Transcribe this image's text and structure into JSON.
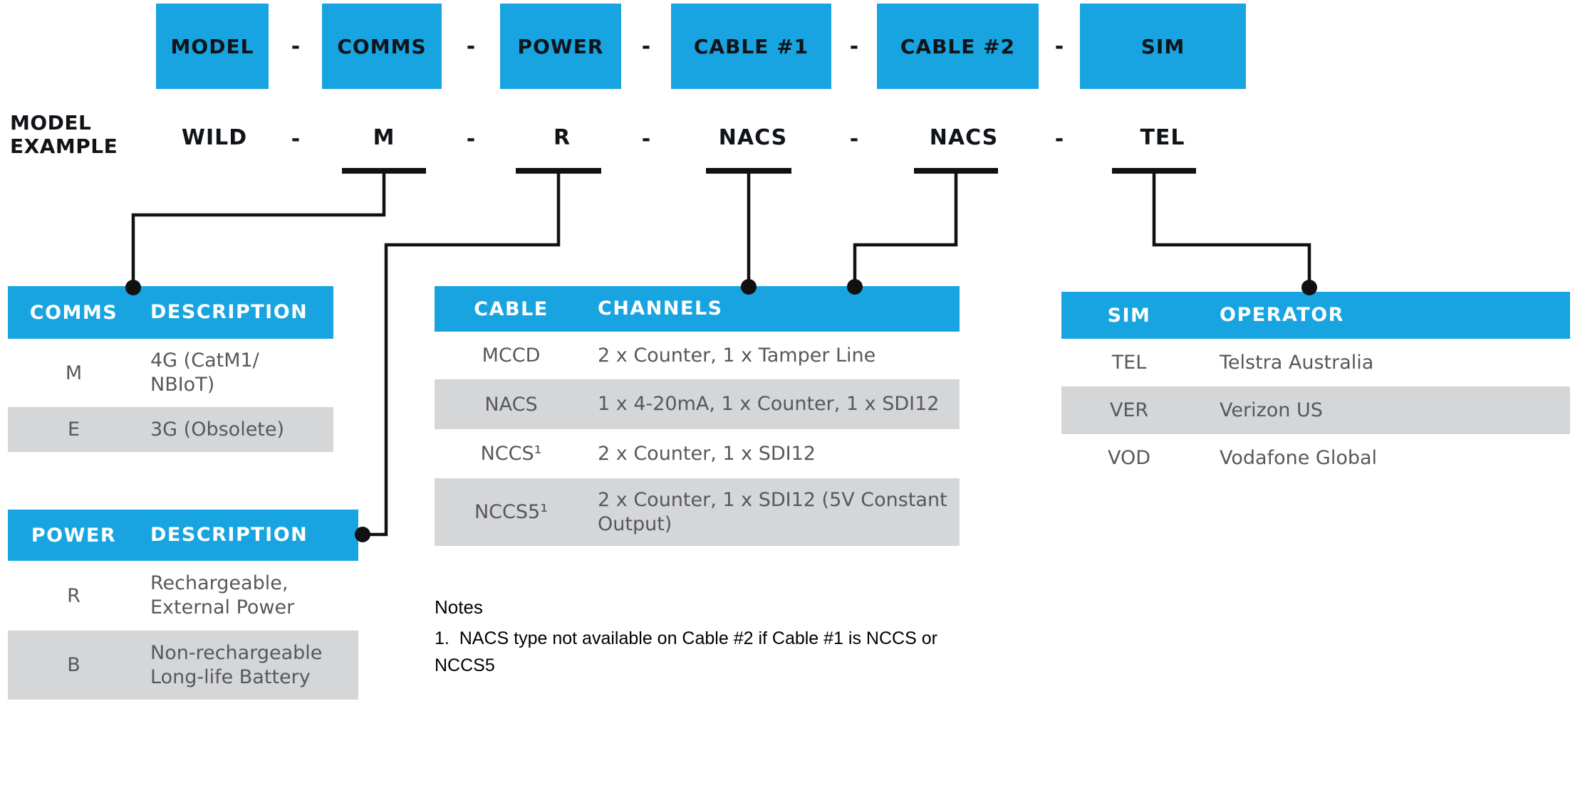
{
  "colors": {
    "header_blue": "#18A4E0",
    "row_gray": "#D5D6D8",
    "body_text_gray": "#57585C",
    "line_black": "#111111"
  },
  "top_row": {
    "separator": "-",
    "boxes": [
      "MODEL",
      "COMMS",
      "POWER",
      "CABLE #1",
      "CABLE #2",
      "SIM"
    ]
  },
  "example_row": {
    "label": "MODEL\nEXAMPLE",
    "separator": "-",
    "values": [
      "WILD",
      "M",
      "R",
      "NACS",
      "NACS",
      "TEL"
    ]
  },
  "comms_table": {
    "headers": [
      "COMMS",
      "DESCRIPTION"
    ],
    "rows": [
      {
        "key": "M",
        "desc": "4G (CatM1/\nNBIoT)"
      },
      {
        "key": "E",
        "desc": "3G (Obsolete)"
      }
    ]
  },
  "power_table": {
    "headers": [
      "POWER",
      "DESCRIPTION"
    ],
    "rows": [
      {
        "key": "R",
        "desc": "Rechargeable,\nExternal Power"
      },
      {
        "key": "B",
        "desc": "Non-rechargeable\nLong-life Battery"
      }
    ]
  },
  "cable_table": {
    "headers": [
      "CABLE",
      "CHANNELS"
    ],
    "rows": [
      {
        "key": "MCCD",
        "desc": "2 x Counter, 1 x Tamper Line"
      },
      {
        "key": "NACS",
        "desc": "1 x 4-20mA, 1 x Counter, 1 x SDI12"
      },
      {
        "key": "NCCS¹",
        "desc": "2 x Counter, 1 x SDI12"
      },
      {
        "key": "NCCS5¹",
        "desc": "2 x Counter, 1 x SDI12 (5V Constant\nOutput)"
      }
    ]
  },
  "sim_table": {
    "headers": [
      "SIM",
      "OPERATOR"
    ],
    "rows": [
      {
        "key": "TEL",
        "desc": "Telstra Australia"
      },
      {
        "key": "VER",
        "desc": "Verizon US"
      },
      {
        "key": "VOD",
        "desc": "Vodafone Global"
      }
    ]
  },
  "notes": {
    "title": "Notes",
    "body": "1.  NACS type not available on Cable #2 if Cable #1 is NCCS or\nNCCS5"
  }
}
